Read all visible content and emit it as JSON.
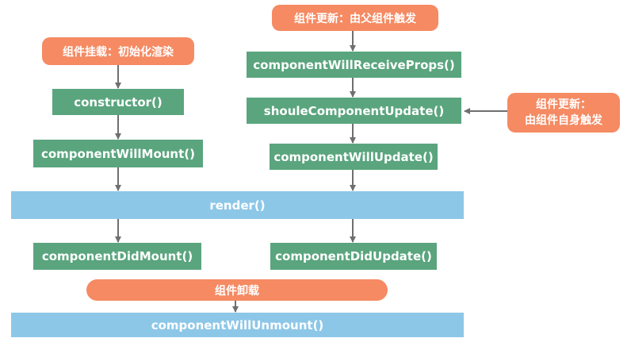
{
  "colors": {
    "lifecycle_method": "#5aa57e",
    "shared_method": "#8dc7e8",
    "event": "#f58a63",
    "arrow": "#6f6f6f"
  },
  "mount": {
    "event": "组件挂载：初始化渲染",
    "constructor": "constructor()",
    "will_mount": "componentWillMount()",
    "did_mount": "componentDidMount()"
  },
  "update": {
    "parent_event": "组件更新：由父组件触发",
    "will_receive_props": "componentWillReceiveProps()",
    "should_update": "shouleComponentUpdate()",
    "will_update": "componentWillUpdate()",
    "did_update": "componentDidUpdate()",
    "self_event_line1": "组件更新：",
    "self_event_line2": "由组件自身触发"
  },
  "render": "render()",
  "unmount": {
    "event": "组件卸载",
    "will_unmount": "componentWillUnmount()"
  }
}
